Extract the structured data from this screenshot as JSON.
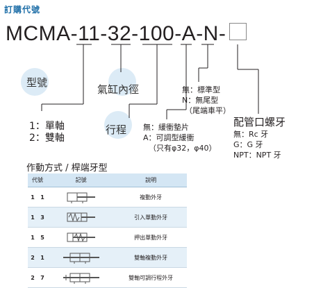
{
  "header": {
    "title": "訂購代號"
  },
  "part_number": {
    "code": "MCMA-11-32-100-A-N-"
  },
  "bubbles": {
    "model": "型號",
    "bore": "氣缸內徑",
    "stroke": "行程"
  },
  "model_options": {
    "line1": "1：單軸",
    "line2": "2：雙軸"
  },
  "buffer_options": {
    "line1": "無：緩衝墊片",
    "line2": "A：可調型緩衝",
    "line3": "（只有φ32，φ40）"
  },
  "tail_options": {
    "line1": "無：標準型",
    "line2": "N：無尾型",
    "line3": "（尾端車平）"
  },
  "port_thread": {
    "title": "配管口螺牙",
    "line1": "無：Rc 牙",
    "line2": "G：G 牙",
    "line3": "NPT：NPT 牙"
  },
  "action_section": {
    "title": "作動方式 / 桿端牙型",
    "headers": [
      "代號",
      "記號",
      "說明"
    ],
    "rows": [
      {
        "c1": "1",
        "c2": "1",
        "symbol": "double-acting-symbol",
        "desc": "複動外牙"
      },
      {
        "c1": "1",
        "c2": "3",
        "symbol": "single-acting-pull-symbol",
        "desc": "引入單動外牙"
      },
      {
        "c1": "1",
        "c2": "5",
        "symbol": "single-acting-push-symbol",
        "desc": "押出單動外牙"
      },
      {
        "c1": "2",
        "c2": "1",
        "symbol": "double-rod-symbol",
        "desc": "雙軸複動外牙"
      },
      {
        "c1": "2",
        "c2": "7",
        "symbol": "double-rod-adjustable-symbol",
        "desc": "雙軸可調行程外牙"
      }
    ]
  },
  "colors": {
    "accent": "#1f6fa8",
    "bubble": "#dcebf6",
    "table_header": "#d4e6f4"
  }
}
